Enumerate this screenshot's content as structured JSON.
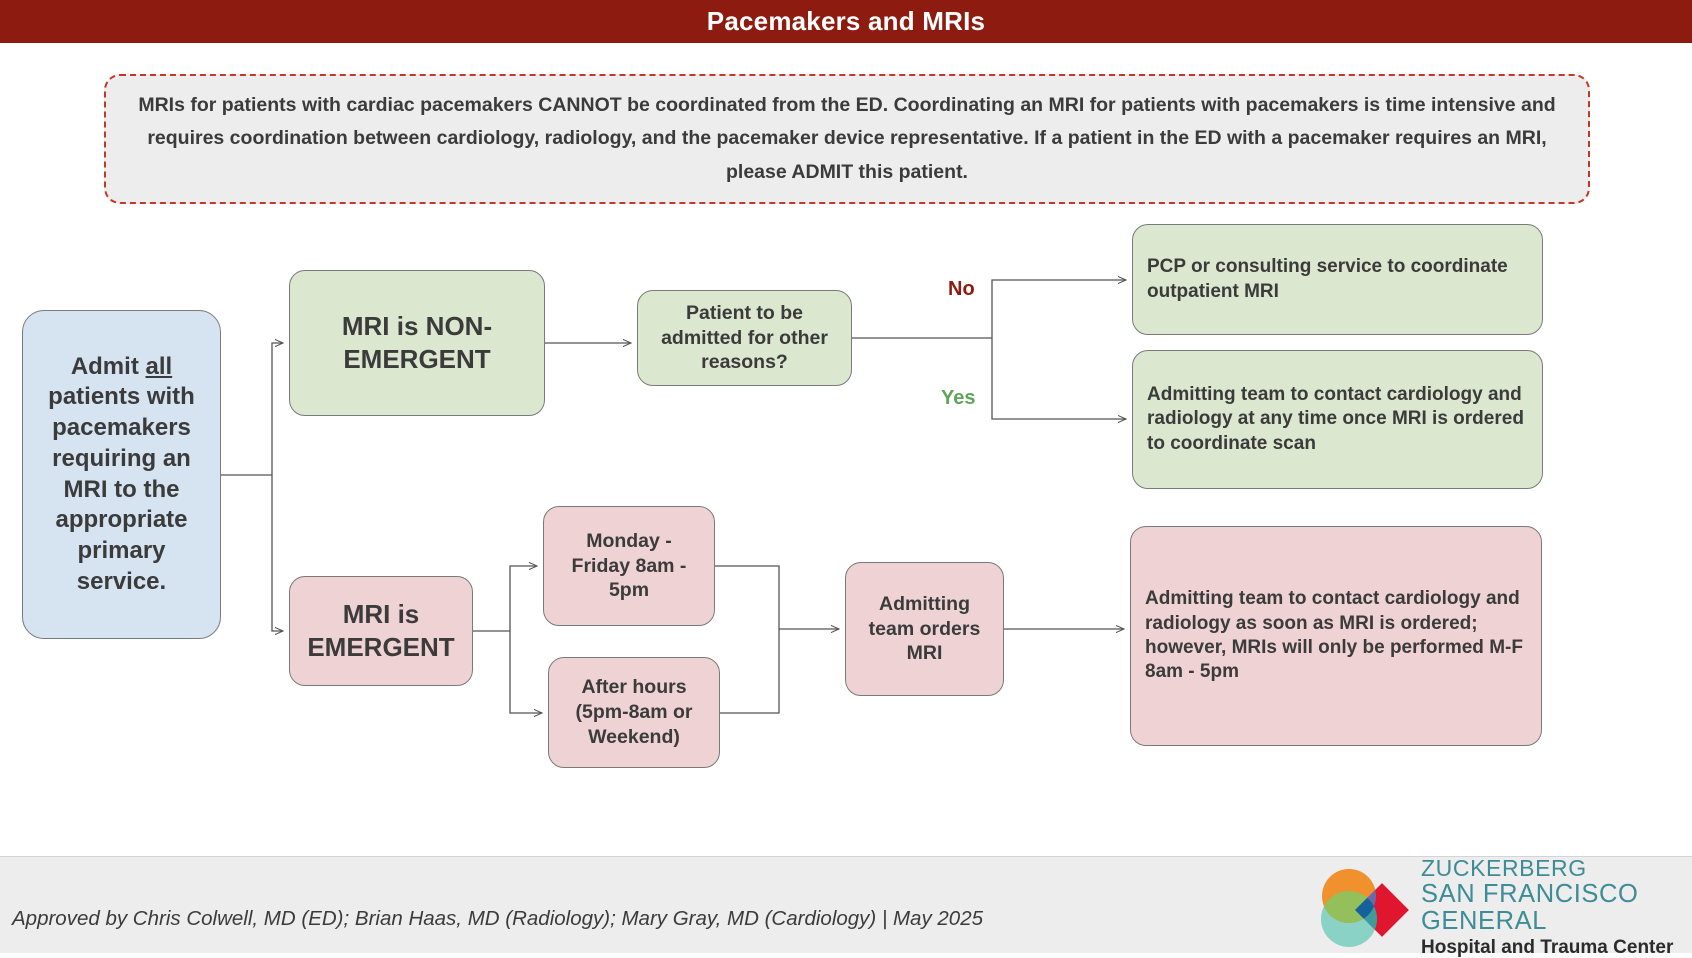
{
  "header": {
    "title": "Pacemakers and MRIs",
    "bg_color": "#8E1B0F",
    "text_color": "#FFFFFF"
  },
  "warning": {
    "text": "MRIs for patients with cardiac pacemakers CANNOT be coordinated from the ED. Coordinating an MRI for patients with pacemakers is time intensive and requires coordination between cardiology, radiology, and the pacemaker device representative. If a patient in the ED with a pacemaker requires an MRI, please ADMIT this patient.",
    "border_color": "#C0392B",
    "bg_color": "#EDEDED"
  },
  "flowchart": {
    "type": "flowchart",
    "nodes": [
      {
        "id": "admit",
        "text_html": "Admit <u>all</u> patients with pacemakers requiring an MRI to the appropriate primary service.",
        "fill": "#D6E3F1",
        "align": "center"
      },
      {
        "id": "nonemergent",
        "text": "MRI is NON-EMERGENT",
        "fill": "#DBE7CE",
        "align": "center"
      },
      {
        "id": "question",
        "text": "Patient to be admitted for other reasons?",
        "fill": "#DBE7CE",
        "align": "center"
      },
      {
        "id": "pcp",
        "text": "PCP or consulting service to coordinate outpatient MRI",
        "fill": "#DBE7CE",
        "align": "left"
      },
      {
        "id": "anytime",
        "text": "Admitting team to contact cardiology and radiology at any time once MRI is ordered to coordinate scan",
        "fill": "#DBE7CE",
        "align": "left"
      },
      {
        "id": "emergent",
        "text": "MRI is EMERGENT",
        "fill": "#EFD2D3",
        "align": "center"
      },
      {
        "id": "mf",
        "text": "Monday - Friday 8am - 5pm",
        "fill": "#EFD2D3",
        "align": "center"
      },
      {
        "id": "after",
        "text": "After hours (5pm-8am or Weekend)",
        "fill": "#EFD2D3",
        "align": "center"
      },
      {
        "id": "orders",
        "text": "Admitting team orders MRI",
        "fill": "#EFD2D3",
        "align": "center"
      },
      {
        "id": "asap",
        "text": "Admitting team to contact cardiology and radiology as soon as MRI is ordered; however, MRIs will only be performed M-F 8am - 5pm",
        "fill": "#EFD2D3",
        "align": "left"
      }
    ],
    "edge_labels": [
      {
        "id": "no",
        "text": "No",
        "color": "#8E1B0F"
      },
      {
        "id": "yes",
        "text": "Yes",
        "color": "#5FA55A"
      }
    ],
    "edges": [
      {
        "from": "admit",
        "to": "nonemergent"
      },
      {
        "from": "admit",
        "to": "emergent"
      },
      {
        "from": "nonemergent",
        "to": "question"
      },
      {
        "from": "question",
        "to": "pcp",
        "label": "No"
      },
      {
        "from": "question",
        "to": "anytime",
        "label": "Yes"
      },
      {
        "from": "emergent",
        "to": "mf"
      },
      {
        "from": "emergent",
        "to": "after"
      },
      {
        "from": "mf",
        "to": "orders"
      },
      {
        "from": "after",
        "to": "orders"
      },
      {
        "from": "orders",
        "to": "asap"
      }
    ]
  },
  "footer": {
    "credit": "Approved by Chris Colwell, MD (ED); Brian Haas, MD (Radiology); Mary Gray, MD (Cardiology) | May 2025",
    "logo": {
      "line1": "ZUCKERBERG",
      "line2": "SAN FRANCISCO GENERAL",
      "line3": "Hospital and Trauma Center",
      "teal": "#3D8C96",
      "orange": "#F0912D",
      "mint": "#8BD2C6",
      "red": "#E0152E"
    }
  }
}
